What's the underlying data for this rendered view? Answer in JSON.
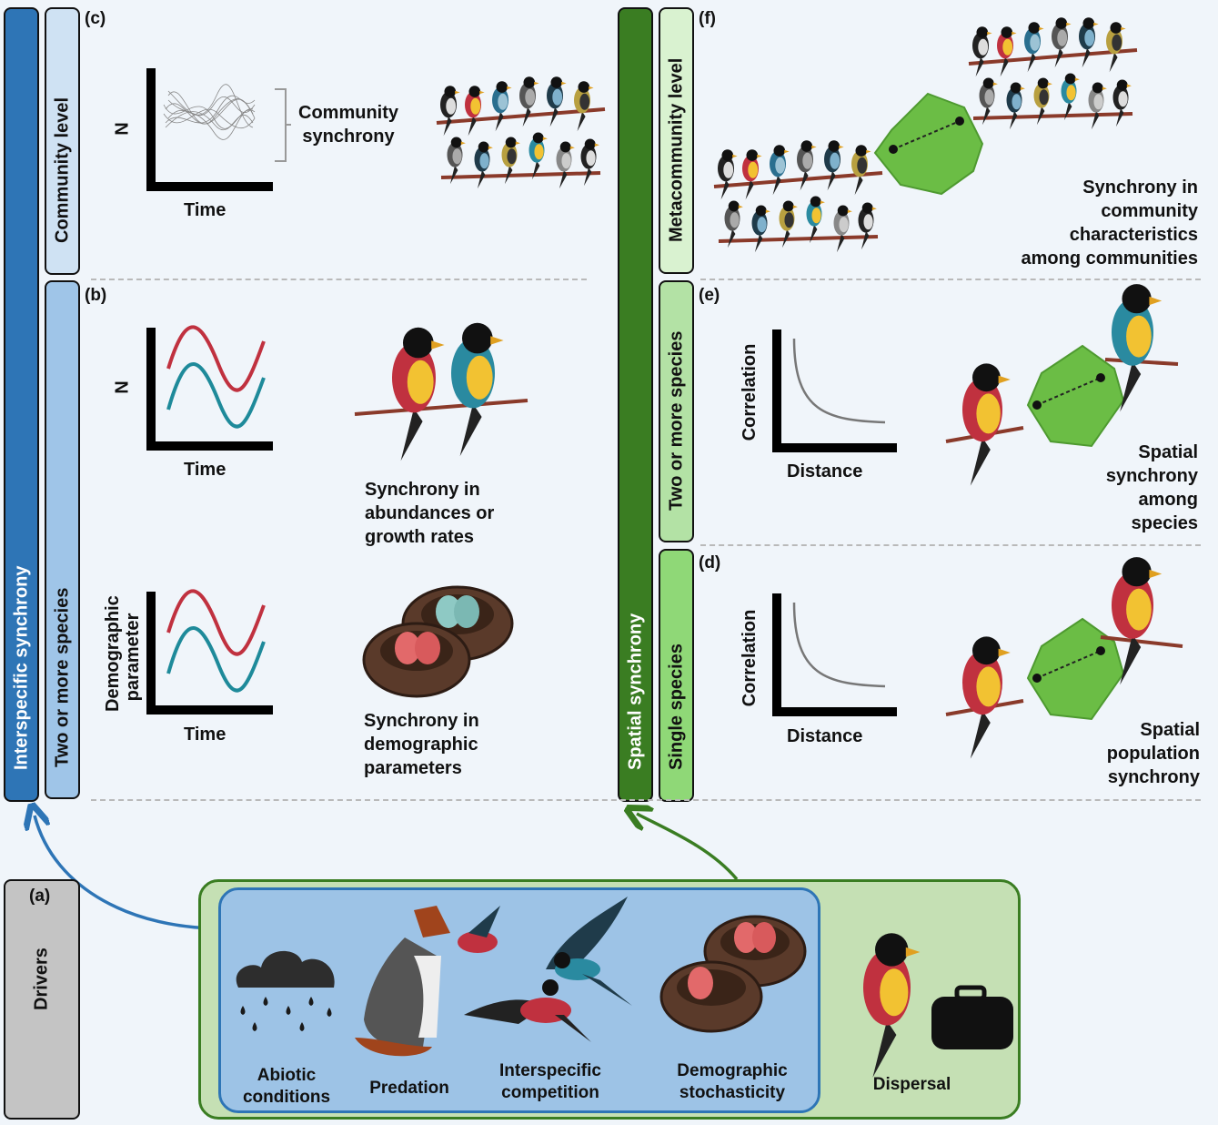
{
  "left_column": {
    "main_label": "Interspecific synchrony",
    "community_label": "Community level",
    "species_label": "Two or more species"
  },
  "right_column": {
    "main_label": "Spatial synchrony",
    "metacommunity_label": "Metacommunity level",
    "species_label": "Two or more species",
    "single_label": "Single species"
  },
  "panels": {
    "c": {
      "tag": "(c)",
      "y_axis": "N",
      "x_axis": "Time",
      "caption_line1": "Community",
      "caption_line2": "synchrony"
    },
    "b": {
      "tag": "(b)",
      "y_axis": "N",
      "x_axis": "Time",
      "caption": [
        "Synchrony in",
        "abundances or",
        "growth rates"
      ],
      "y_axis2_line1": "Demographic",
      "y_axis2_line2": "parameter",
      "x_axis2": "Time",
      "caption2": [
        "Synchrony in",
        "demographic",
        "parameters"
      ]
    },
    "f": {
      "tag": "(f)",
      "caption": [
        "Synchrony in",
        "community",
        "characteristics",
        "among communities"
      ]
    },
    "e": {
      "tag": "(e)",
      "y_axis": "Correlation",
      "x_axis": "Distance",
      "caption": [
        "Spatial",
        "synchrony",
        "among",
        "species"
      ]
    },
    "d": {
      "tag": "(d)",
      "y_axis": "Correlation",
      "x_axis": "Distance",
      "caption": [
        "Spatial",
        "population",
        "synchrony"
      ]
    }
  },
  "drivers": {
    "tag": "(a)",
    "label": "Drivers",
    "items": [
      {
        "line1": "Abiotic",
        "line2": "conditions"
      },
      {
        "line1": "Predation",
        "line2": ""
      },
      {
        "line1": "Interspecific",
        "line2": "competition"
      },
      {
        "line1": "Demographic",
        "line2": "stochasticity"
      },
      {
        "line1": "Dispersal",
        "line2": ""
      }
    ]
  },
  "colors": {
    "interspecific": "#2e75b6",
    "spatial": "#3a7d22",
    "curve_red": "#c0313f",
    "curve_teal": "#1e8a9a"
  }
}
